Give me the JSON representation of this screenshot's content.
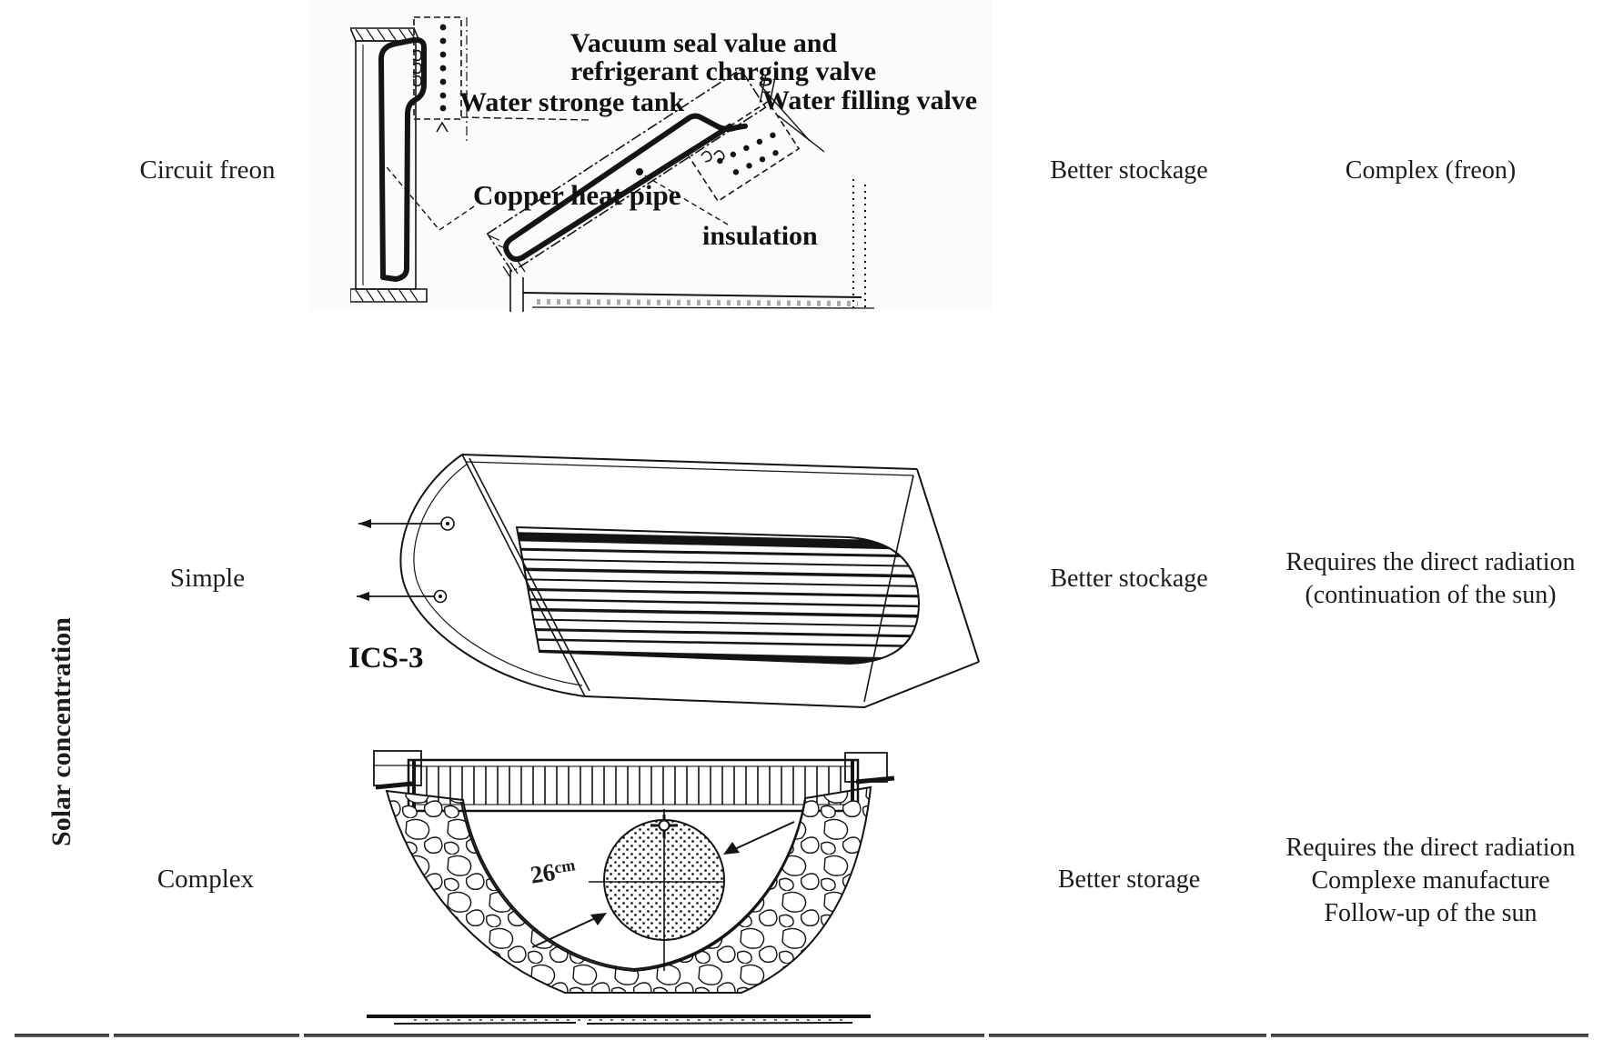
{
  "colors": {
    "text": "#1c1c1c",
    "line": "#141414",
    "table_border": "#3a3a3a"
  },
  "table": {
    "row_group_label": "Solar concentration",
    "rows": [
      {
        "type": "Circuit freon",
        "storage": "Better stockage",
        "drawback_lines": [
          "Complex (freon)"
        ]
      },
      {
        "type": "Simple",
        "storage": "Better stockage",
        "drawback_lines": [
          "Requires the direct radiation",
          "(continuation of the sun)"
        ]
      },
      {
        "type": "Complex",
        "storage": "Better storage",
        "drawback_lines": [
          "Requires the direct radiation",
          "Complexe manufacture",
          "Follow-up of the sun"
        ]
      }
    ]
  },
  "diagrams": {
    "heat_pipe_collector": {
      "labels": {
        "vacuum_line1": "Vacuum seal value and",
        "vacuum_line2": "refrigerant charging valve",
        "water_tank": "Water stronge tank",
        "water_filling": "Water filling valve",
        "copper_pipe": "Copper heat pipe",
        "insulation": "insulation"
      }
    },
    "ics_collector": {
      "labels": {
        "model": "ICS-3"
      }
    },
    "concentrator": {
      "labels": {
        "diameter_value": "26",
        "diameter_unit": "cm"
      }
    }
  }
}
